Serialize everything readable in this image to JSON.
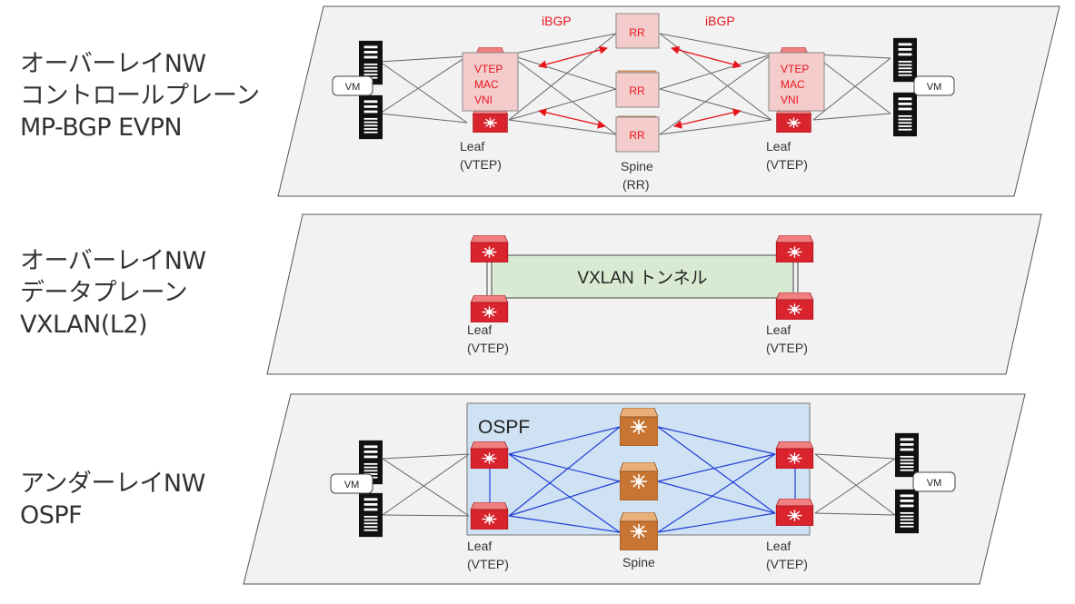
{
  "layers": {
    "overlay_control": {
      "lines": [
        "オーバーレイNW",
        "コントロールプレーン",
        "MP-BGP EVPN"
      ]
    },
    "overlay_data": {
      "lines": [
        "オーバーレイNW",
        "データプレーン",
        "VXLAN(L2)"
      ]
    },
    "underlay": {
      "lines": [
        "アンダーレイNW",
        "OSPF"
      ]
    }
  },
  "labels": {
    "vm": "VM",
    "rr": "RR",
    "ibgp": "iBGP",
    "vtep": "VTEP",
    "mac": "MAC",
    "vni": "VNI",
    "leaf": "Leaf",
    "vtep_paren": "(VTEP)",
    "spine": "Spine",
    "rr_paren": "(RR)",
    "vxlan_tunnel": "VXLAN トンネル",
    "ospf": "OSPF"
  },
  "colors": {
    "plane_fill": "#f2f2f2",
    "leaf_router": "#d9232d",
    "spine_router": "#c87533",
    "ibgp_arrow": "#e8141c",
    "ospf_link": "#1f3cd6",
    "ospf_area_fill": "#cfe2f3",
    "tunnel_fill": "#d9ead3",
    "rr_box_fill": "#f4cccc",
    "server": "#111111"
  }
}
